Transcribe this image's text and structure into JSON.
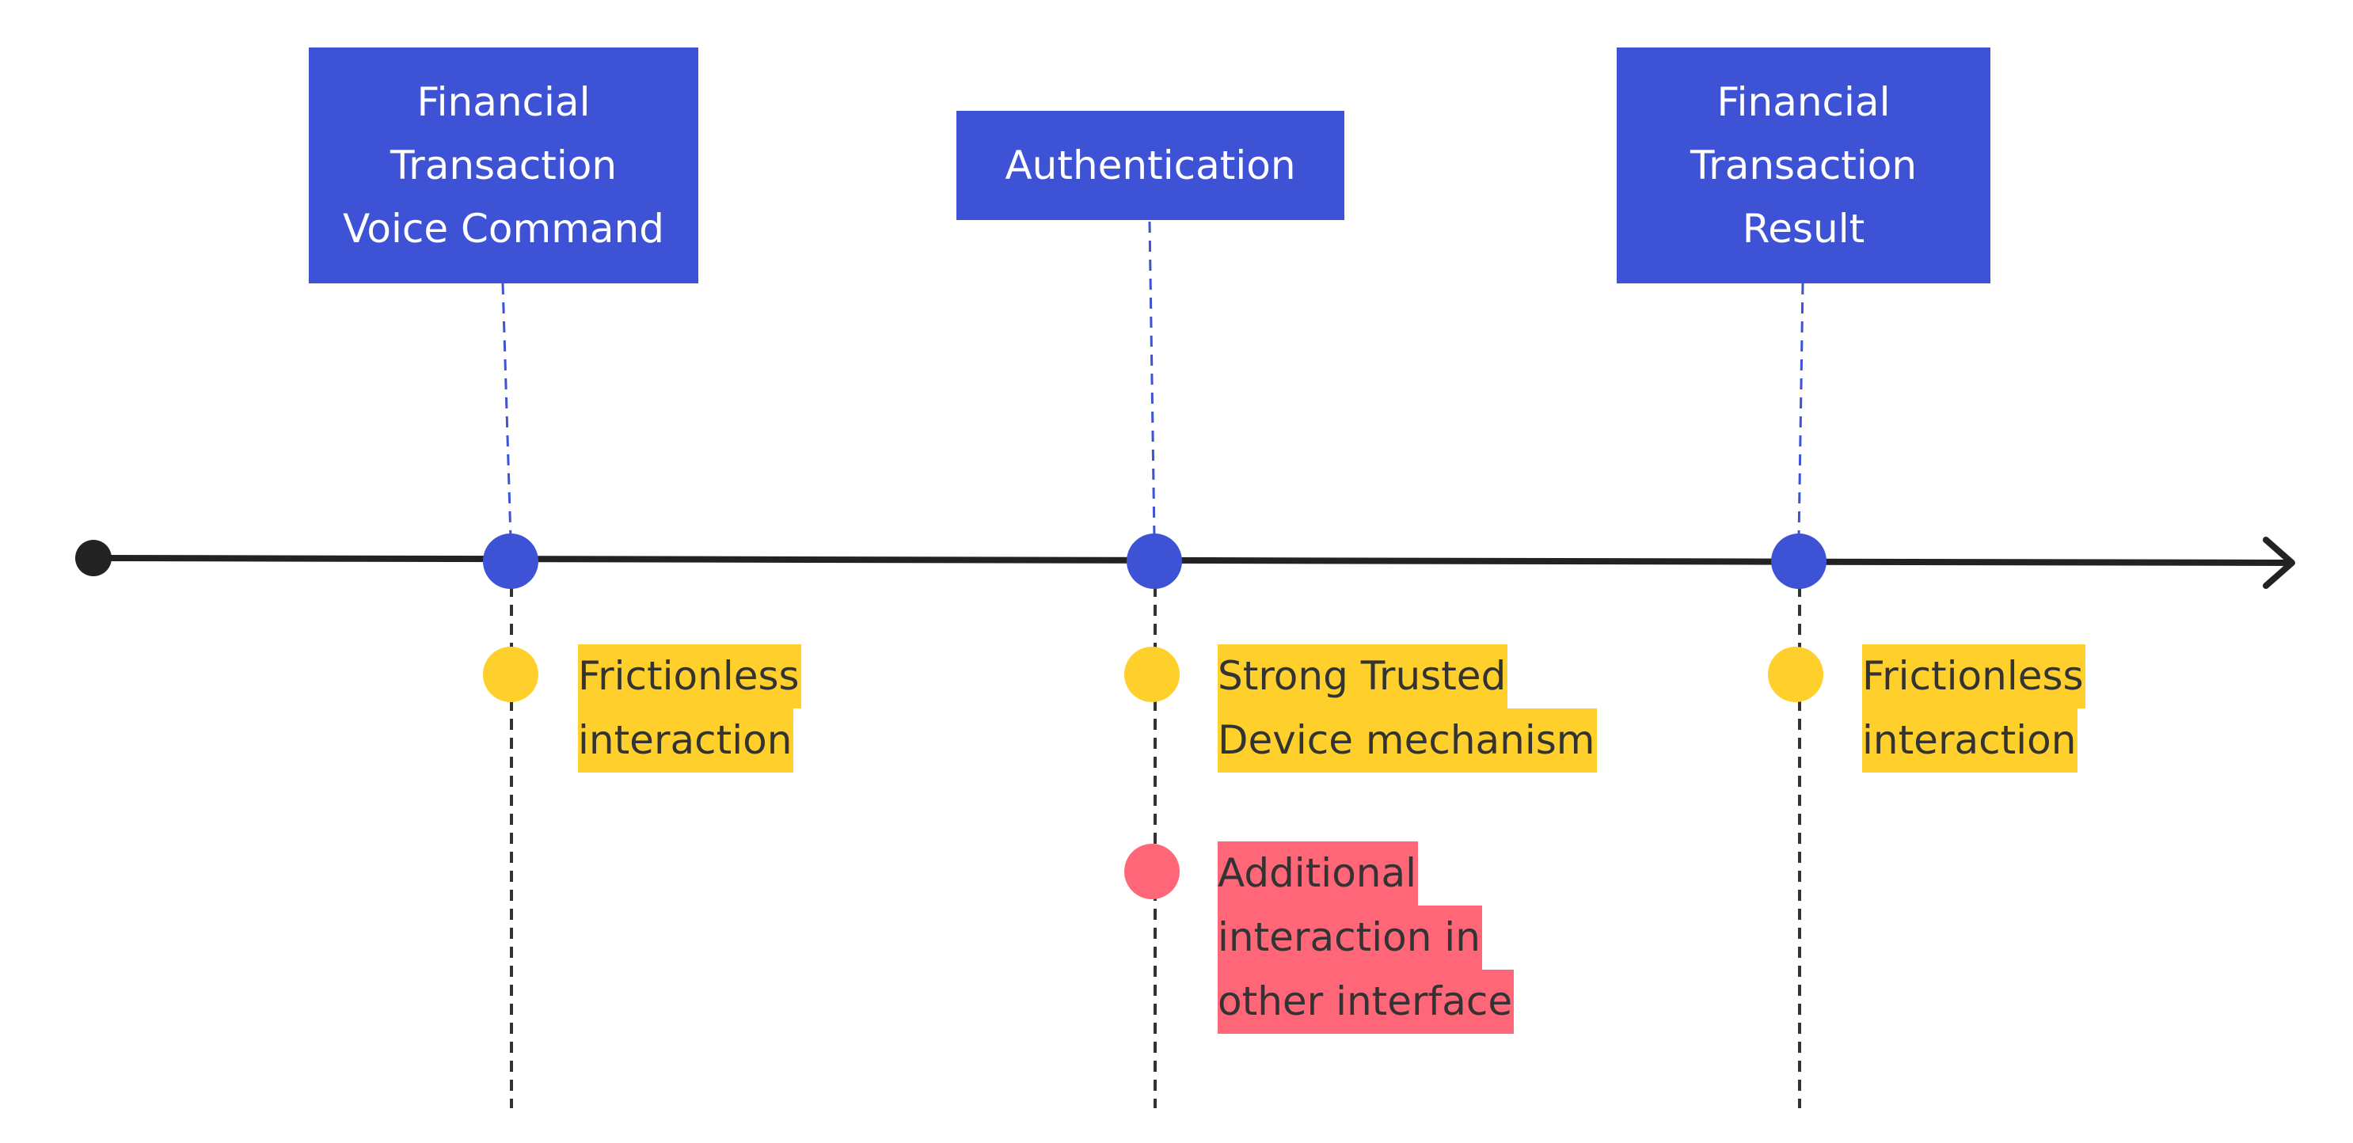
{
  "colors": {
    "phase_box": "#3d52d5",
    "phase_dot": "#3d52d5",
    "timeline": "#222222",
    "positive_note": "#ffd02b",
    "negative_note": "#ff6677"
  },
  "phases": [
    {
      "label_lines": [
        "Financial",
        "Transaction",
        "Voice Command"
      ],
      "notes": [
        {
          "type": "positive",
          "lines": [
            "Frictionless",
            "interaction"
          ]
        }
      ]
    },
    {
      "label_lines": [
        "Authentication"
      ],
      "notes": [
        {
          "type": "positive",
          "lines": [
            "Strong Trusted",
            "Device mechanism"
          ]
        },
        {
          "type": "negative",
          "lines": [
            "Additional",
            "interaction in",
            "other interface"
          ]
        }
      ]
    },
    {
      "label_lines": [
        "Financial",
        "Transaction",
        "Result"
      ],
      "notes": [
        {
          "type": "positive",
          "lines": [
            "Frictionless",
            "interaction"
          ]
        }
      ]
    }
  ]
}
